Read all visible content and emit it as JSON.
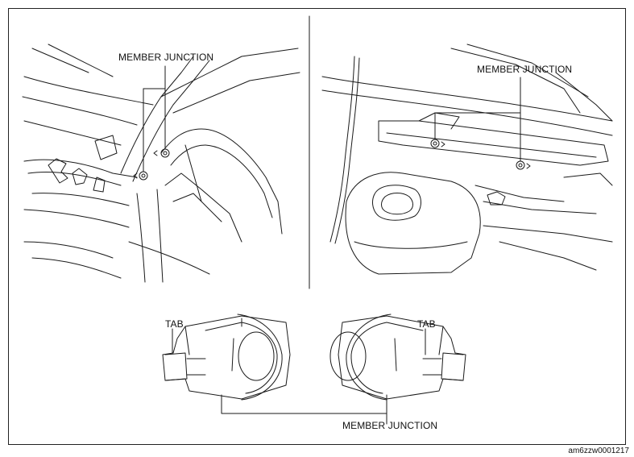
{
  "labels": {
    "left_member_junction": "MEMBER JUNCTION",
    "right_member_junction": "MEMBER JUNCTION",
    "tab_left": "TAB",
    "tab_right": "TAB",
    "bottom_member_junction": "MEMBER JUNCTION"
  },
  "figure_code": "am6zzw0001217",
  "colors": {
    "line": "#1a1a1a",
    "background": "#ffffff"
  }
}
